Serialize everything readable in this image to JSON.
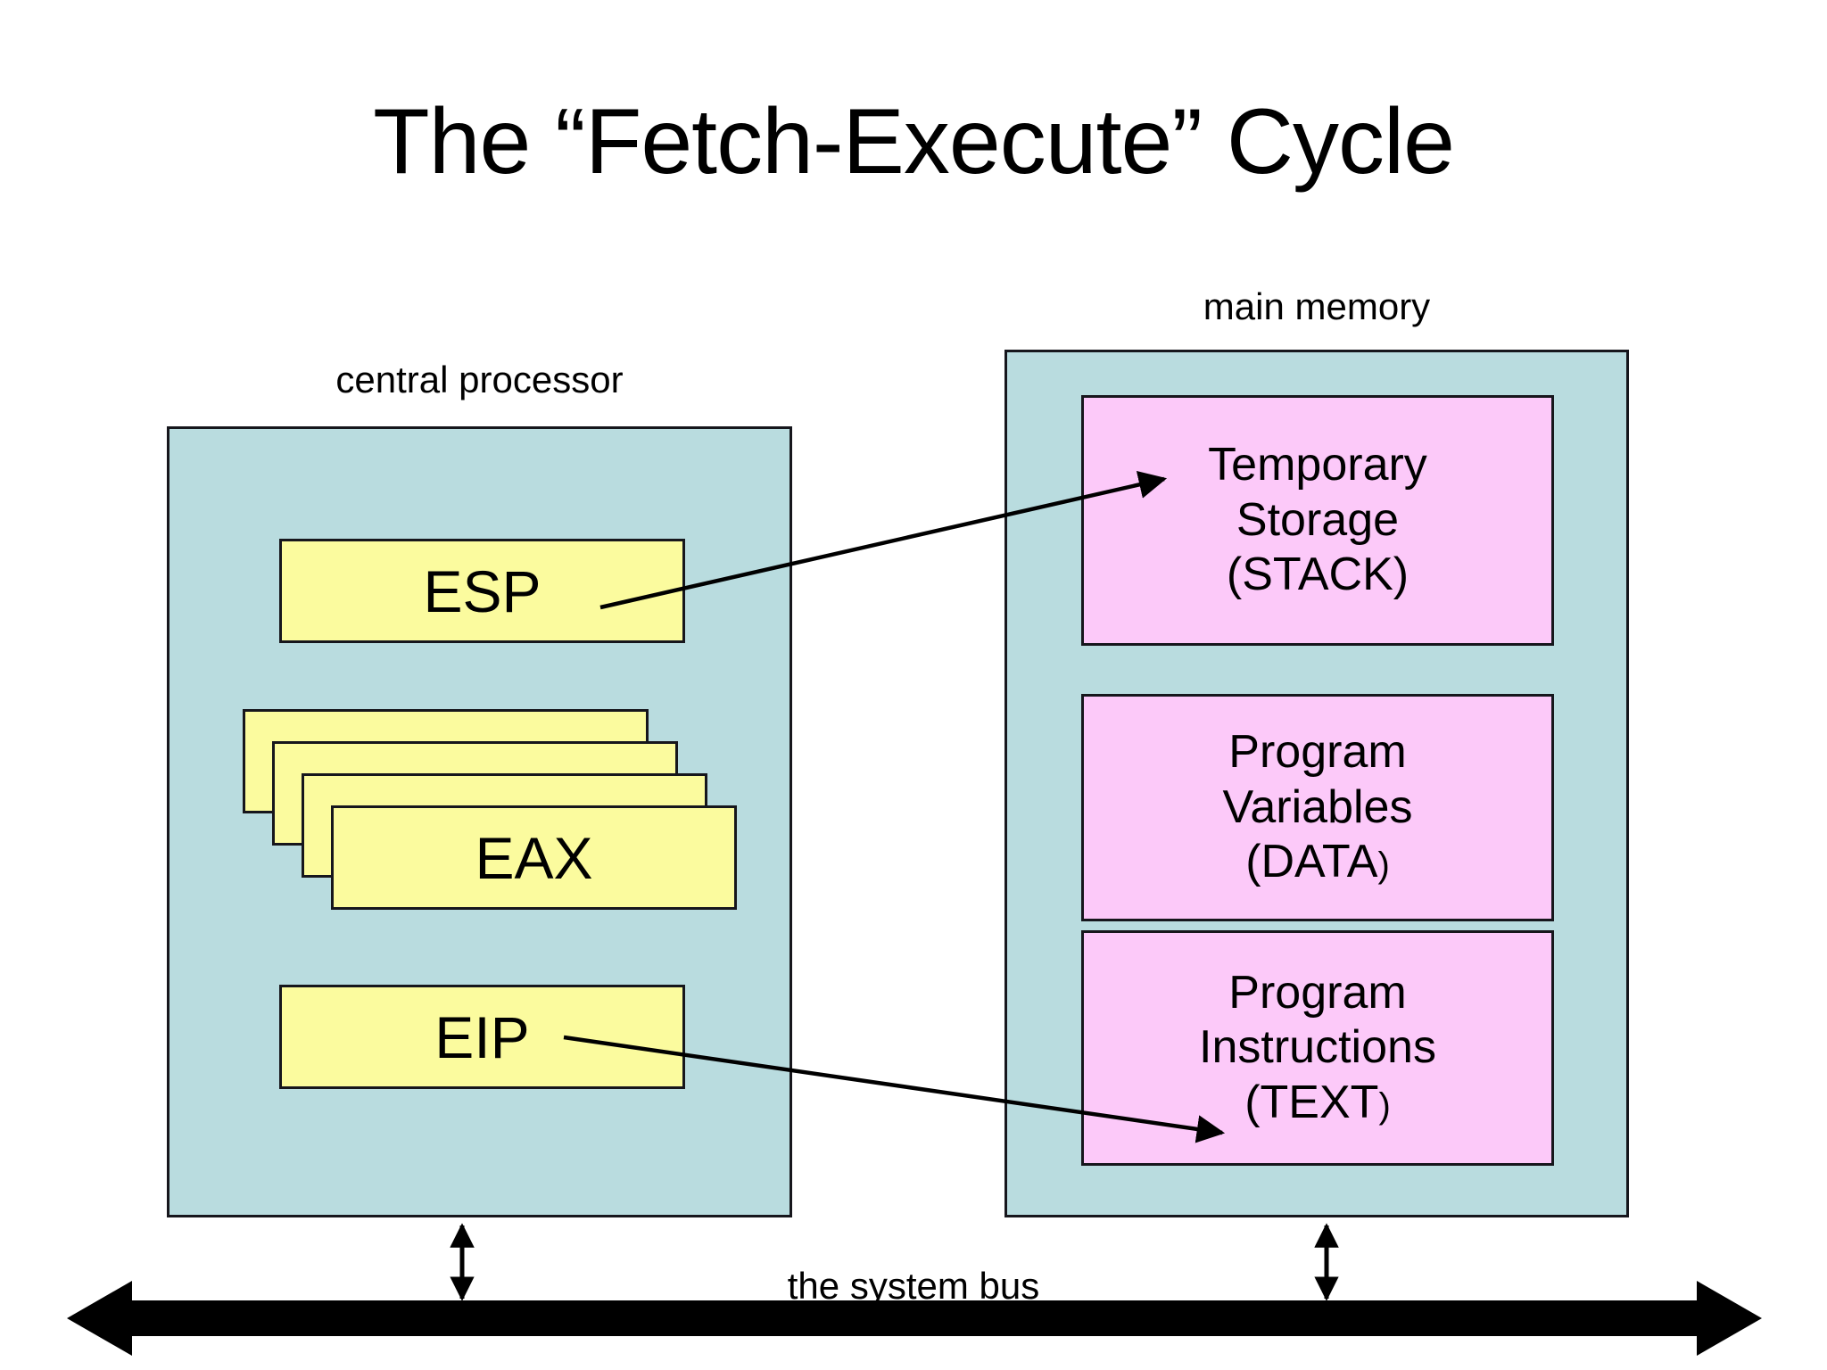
{
  "slide": {
    "title": "The “Fetch-Execute” Cycle"
  },
  "cpu": {
    "caption": "central processor",
    "registers": [
      {
        "name": "ESP",
        "label": "ESP"
      },
      {
        "name": "EAX",
        "label": "EAX"
      },
      {
        "name": "EIP",
        "label": "EIP"
      }
    ]
  },
  "memory": {
    "caption": "main memory",
    "segments": [
      {
        "id": "stack",
        "line1": "Temporary",
        "line2": "Storage",
        "line3": "(STACK)"
      },
      {
        "id": "data",
        "line1": "Program",
        "line2": "Variables",
        "line3_open": "(DATA",
        "line3_close": ")"
      },
      {
        "id": "text",
        "line1": "Program",
        "line2": "Instructions",
        "line3_open": "(TEXT",
        "line3_close": ")"
      }
    ]
  },
  "bus": {
    "label": "the system bus"
  },
  "colors": {
    "panel_fill": "#b9dcdf",
    "register_fill": "#fbfb9e",
    "segment_fill": "#fcc9f9",
    "stroke": "#16161c",
    "background": "#ffffff"
  }
}
